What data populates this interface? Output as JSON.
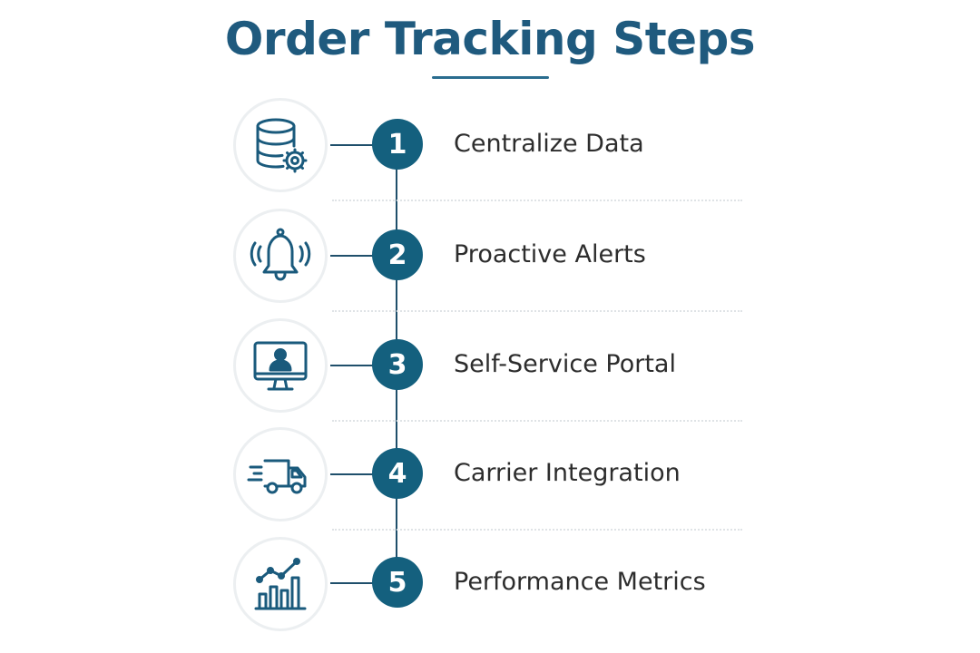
{
  "title": "Order Tracking Steps",
  "accent_color": "#14607e",
  "steps": [
    {
      "number": "1",
      "label": "Centralize Data",
      "icon": "database-gear-icon"
    },
    {
      "number": "2",
      "label": "Proactive Alerts",
      "icon": "bell-alert-icon"
    },
    {
      "number": "3",
      "label": "Self-Service Portal",
      "icon": "monitor-user-icon"
    },
    {
      "number": "4",
      "label": "Carrier Integration",
      "icon": "delivery-truck-icon"
    },
    {
      "number": "5",
      "label": "Performance Metrics",
      "icon": "bar-chart-trend-icon"
    }
  ]
}
